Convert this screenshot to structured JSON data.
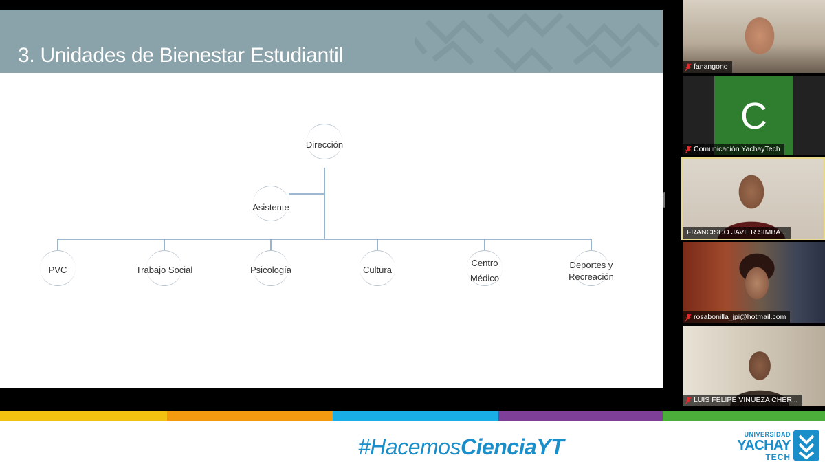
{
  "slide": {
    "title": "3. Unidades de Bienestar Estudiantil",
    "org_chart": {
      "top": "Dirección",
      "assistant": "Asistente",
      "units": [
        {
          "label_lines": [
            "PVC"
          ]
        },
        {
          "label_lines": [
            "Trabajo Social"
          ]
        },
        {
          "label_lines": [
            "Psicología"
          ]
        },
        {
          "label_lines": [
            "Cultura"
          ]
        },
        {
          "label_lines": [
            "Centro",
            "Médico"
          ]
        },
        {
          "label_lines": [
            "Deportes y",
            "Recreación"
          ]
        }
      ]
    }
  },
  "participants": [
    {
      "name": "fanangono",
      "muted": true,
      "video": "camera",
      "speaking": false
    },
    {
      "name": "Comunicación YachayTech",
      "muted": true,
      "video": "avatar",
      "avatar_letter": "C",
      "avatar_color": "#2f7d2f",
      "speaking": false
    },
    {
      "name": "FRANCISCO JAVIER SIMBA...",
      "muted": false,
      "video": "camera",
      "speaking": true
    },
    {
      "name": "rosabonilla_jpi@hotmail.com",
      "muted": true,
      "video": "camera",
      "speaking": false
    },
    {
      "name": "LUIS FELIPE VINUEZA CHER...",
      "muted": true,
      "video": "camera",
      "speaking": false
    }
  ],
  "footer": {
    "hashtag_regular": "#Hacemos",
    "hashtag_bold": "CienciaYT",
    "logo_line1": "UNIVERSIDAD",
    "logo_line2": "YACHAY",
    "logo_line3": "TECH",
    "stripe_colors": [
      "#f3c10f",
      "#f39a10",
      "#19aee6",
      "#7e3f98",
      "#4bae3b"
    ],
    "brand_color": "#1a8ec8"
  },
  "icons": {
    "muted": "muted-mic-icon",
    "logo": "yachay-logo-icon"
  }
}
